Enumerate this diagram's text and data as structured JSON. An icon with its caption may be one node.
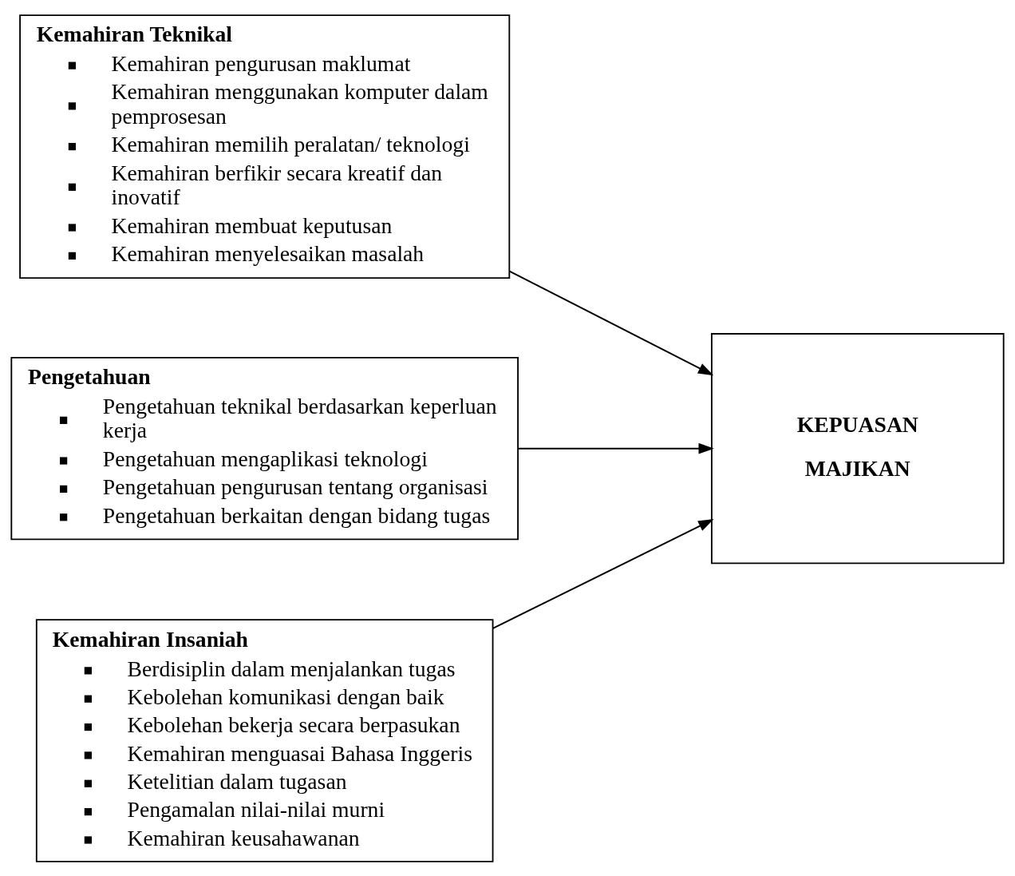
{
  "diagram": {
    "nodes": [
      {
        "text": [
          "Kemahiran Teknikal",
          "Kemahiran pengurusan maklumat",
          "Kemahiran menggunakan komputer dalam pemprosesan",
          "Kemahiran memilih peralatan/ teknologi",
          "Kemahiran berfikir secara kreatif dan inovatif",
          "Kemahiran membuat keputusan",
          "Kemahiran menyelesaikan masalah"
        ]
      },
      {
        "text": [
          "Pengetahuan",
          "Pengetahuan teknikal berdasarkan keperluan kerja",
          "Pengetahuan mengaplikasi teknologi",
          "Pengetahuan pengurusan tentang organisasi",
          "Pengetahuan berkaitan dengan bidang tugas"
        ]
      },
      {
        "text": [
          "Kemahiran Insaniah",
          "Berdisiplin dalam menjalankan tugas",
          "Kebolehan komunikasi dengan baik",
          "Kebolehan bekerja secara berpasukan",
          "Kemahiran menguasai Bahasa Inggeris",
          "Ketelitian dalam tugasan",
          "Pengamalan nilai-nilai murni",
          "Kemahiran keusahawanan"
        ]
      },
      {
        "text": [
          "KEPUASAN MAJIKAN"
        ]
      }
    ],
    "edges": [
      {
        "from": 0,
        "to": 3,
        "arrow": "to"
      },
      {
        "from": 1,
        "to": 3,
        "arrow": "to"
      },
      {
        "from": 2,
        "to": 3,
        "arrow": "to"
      }
    ]
  }
}
